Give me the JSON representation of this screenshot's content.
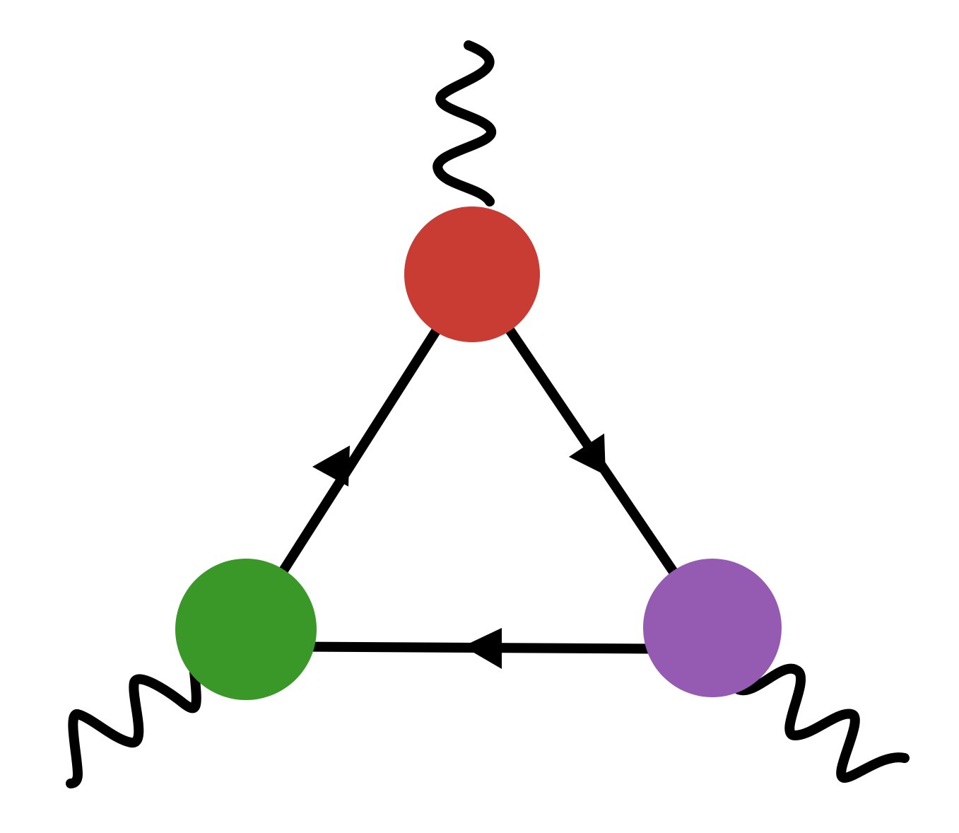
{
  "diagram": {
    "type": "feynman-triangle",
    "line_color": "#000000",
    "background": "#ffffff",
    "vertices": [
      {
        "id": "top",
        "color": "#c93c33"
      },
      {
        "id": "left",
        "color": "#3a9828"
      },
      {
        "id": "right",
        "color": "#955ab2"
      }
    ],
    "propagators": [
      {
        "from": "left",
        "to": "top",
        "style": "fermion-arrow"
      },
      {
        "from": "top",
        "to": "right",
        "style": "fermion-arrow"
      },
      {
        "from": "right",
        "to": "left",
        "style": "fermion-arrow"
      }
    ],
    "external_lines": [
      {
        "attached_to": "top",
        "style": "wavy"
      },
      {
        "attached_to": "left",
        "style": "wavy"
      },
      {
        "attached_to": "right",
        "style": "wavy"
      }
    ]
  }
}
